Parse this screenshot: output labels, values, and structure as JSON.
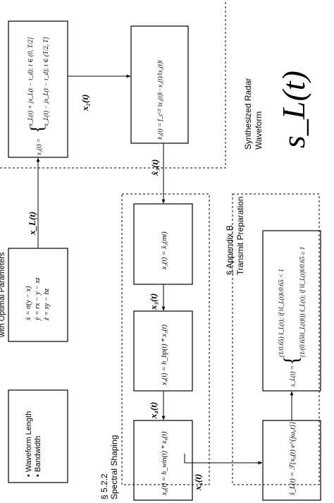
{
  "blocks": {
    "input": {
      "bullets": [
        "Waveform Length",
        "Bandwidth"
      ]
    },
    "lorenz": {
      "partial_title": "with Optimal Parameters",
      "equations": [
        "ẋ = σ(y − x)",
        "ẏ = rx − y − xz",
        "ż = xy − bz"
      ]
    },
    "iq_build": {
      "lhs": "x₂(t) =",
      "line1": "x_L(t) + jx_L(t − τ_d);  t ∈ (0, T/2]",
      "line2": "x_L(t) − jx_L(t − τ_d);  t ∈ (T/2, T]"
    },
    "normalize": {
      "equation": "x̂₃(t) = f_c⁽²⁾ ‖x₂(t)‖ · x₂(t)/‖x₂(t)‖"
    },
    "sampling": {
      "equation": "x₃(t) = x̂₃(mt)"
    },
    "bandpass": {
      "equation": "x₄(t) = h_bp(t) * x₃(t)"
    },
    "window": {
      "equation": "x₆(t) = h_win(t) * x₄(t)"
    },
    "mixing": {
      "equation": "ŝ_L(t) = ℱ{x₆(t) e^{jω₀t}}"
    },
    "transmit_norm": {
      "lhs": "s_L(t) =",
      "case1": "(1/0.65) ŝ_L(t);  if ‖ŝ_L(t)‖/0.65 < 1",
      "case2": "(1/(0.65‖ŝ_L(t)‖)) ŝ_L(t);  if ‖ŝ_L(t)‖/0.65 ≥ 1"
    }
  },
  "signals": {
    "xL": "x_L(t)",
    "x2": "x₂(t)",
    "x3hat": "x̂₃(t)",
    "x3": "x₃(t)",
    "x4": "x₄(t)",
    "x6": "x₆(t)",
    "sL_big": "s_L(t)"
  },
  "sections": {
    "spectral": {
      "ref": "§ 5.2.2",
      "name": "Spectral Shaping"
    },
    "appendix": {
      "ref": "§ Appendix B",
      "name": "Transmit Preparation"
    },
    "output": {
      "line1": "Synthesized Radar",
      "line2": "Waveform"
    }
  }
}
